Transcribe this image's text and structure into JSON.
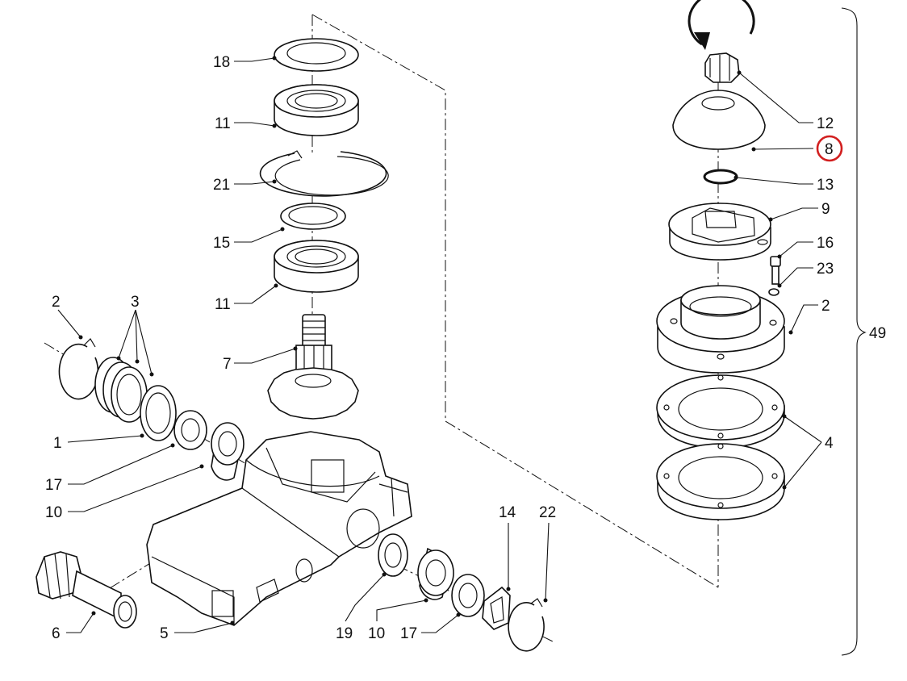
{
  "callouts": {
    "c1": "1",
    "c2_left": "2",
    "c2_right": "2",
    "c3": "3",
    "c4": "4",
    "c5": "5",
    "c6": "6",
    "c7": "7",
    "c8": "8",
    "c9": "9",
    "c10_left": "10",
    "c10_bottom": "10",
    "c11_top": "11",
    "c11_lower": "11",
    "c12": "12",
    "c13": "13",
    "c14": "14",
    "c15": "15",
    "c16": "16",
    "c17_left": "17",
    "c17_bottom": "17",
    "c18": "18",
    "c19": "19",
    "c21": "21",
    "c22": "22",
    "c23": "23",
    "c49": "49"
  },
  "highlight": {
    "part": "8",
    "color": "#d21f1f"
  }
}
